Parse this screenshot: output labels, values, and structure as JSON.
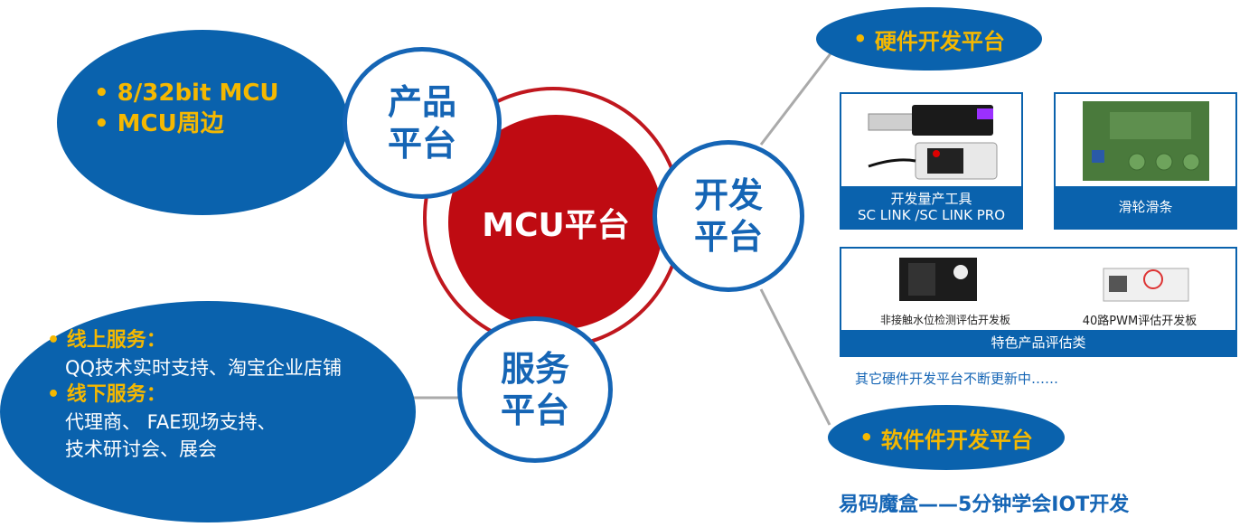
{
  "center": {
    "label": "MCU平台"
  },
  "product": {
    "label_line1": "产品",
    "label_line2": "平台",
    "items": [
      "8/32bit MCU",
      "MCU周边"
    ]
  },
  "service": {
    "label_line1": "服务",
    "label_line2": "平台",
    "online_heading": "线上服务：",
    "online_text": "QQ技术实时支持、淘宝企业店铺",
    "offline_heading": "线下服务：",
    "offline_line1": "代理商、 FAE现场支持、",
    "offline_line2": "技术研讨会、展会"
  },
  "dev": {
    "label_line1": "开发",
    "label_line2": "平台",
    "hardware_title": "硬件开发平台",
    "card1_line1": "开发量产工具",
    "card1_line2": "SC LINK /SC LINK PRO",
    "card2": "滑轮滑条",
    "card3_left": "非接触水位检测评估开发板",
    "card3_right": "40路PWM评估开发板",
    "card3_caption": "特色产品评估类",
    "note": "其它硬件开发平台不断更新中……",
    "software_title": "软件件开发平台",
    "footer": "易码魔盒——5分钟学会IOT开发"
  },
  "colors": {
    "blue": "#0a62ad",
    "red": "#bf0b12",
    "yellow": "#f5b800"
  }
}
